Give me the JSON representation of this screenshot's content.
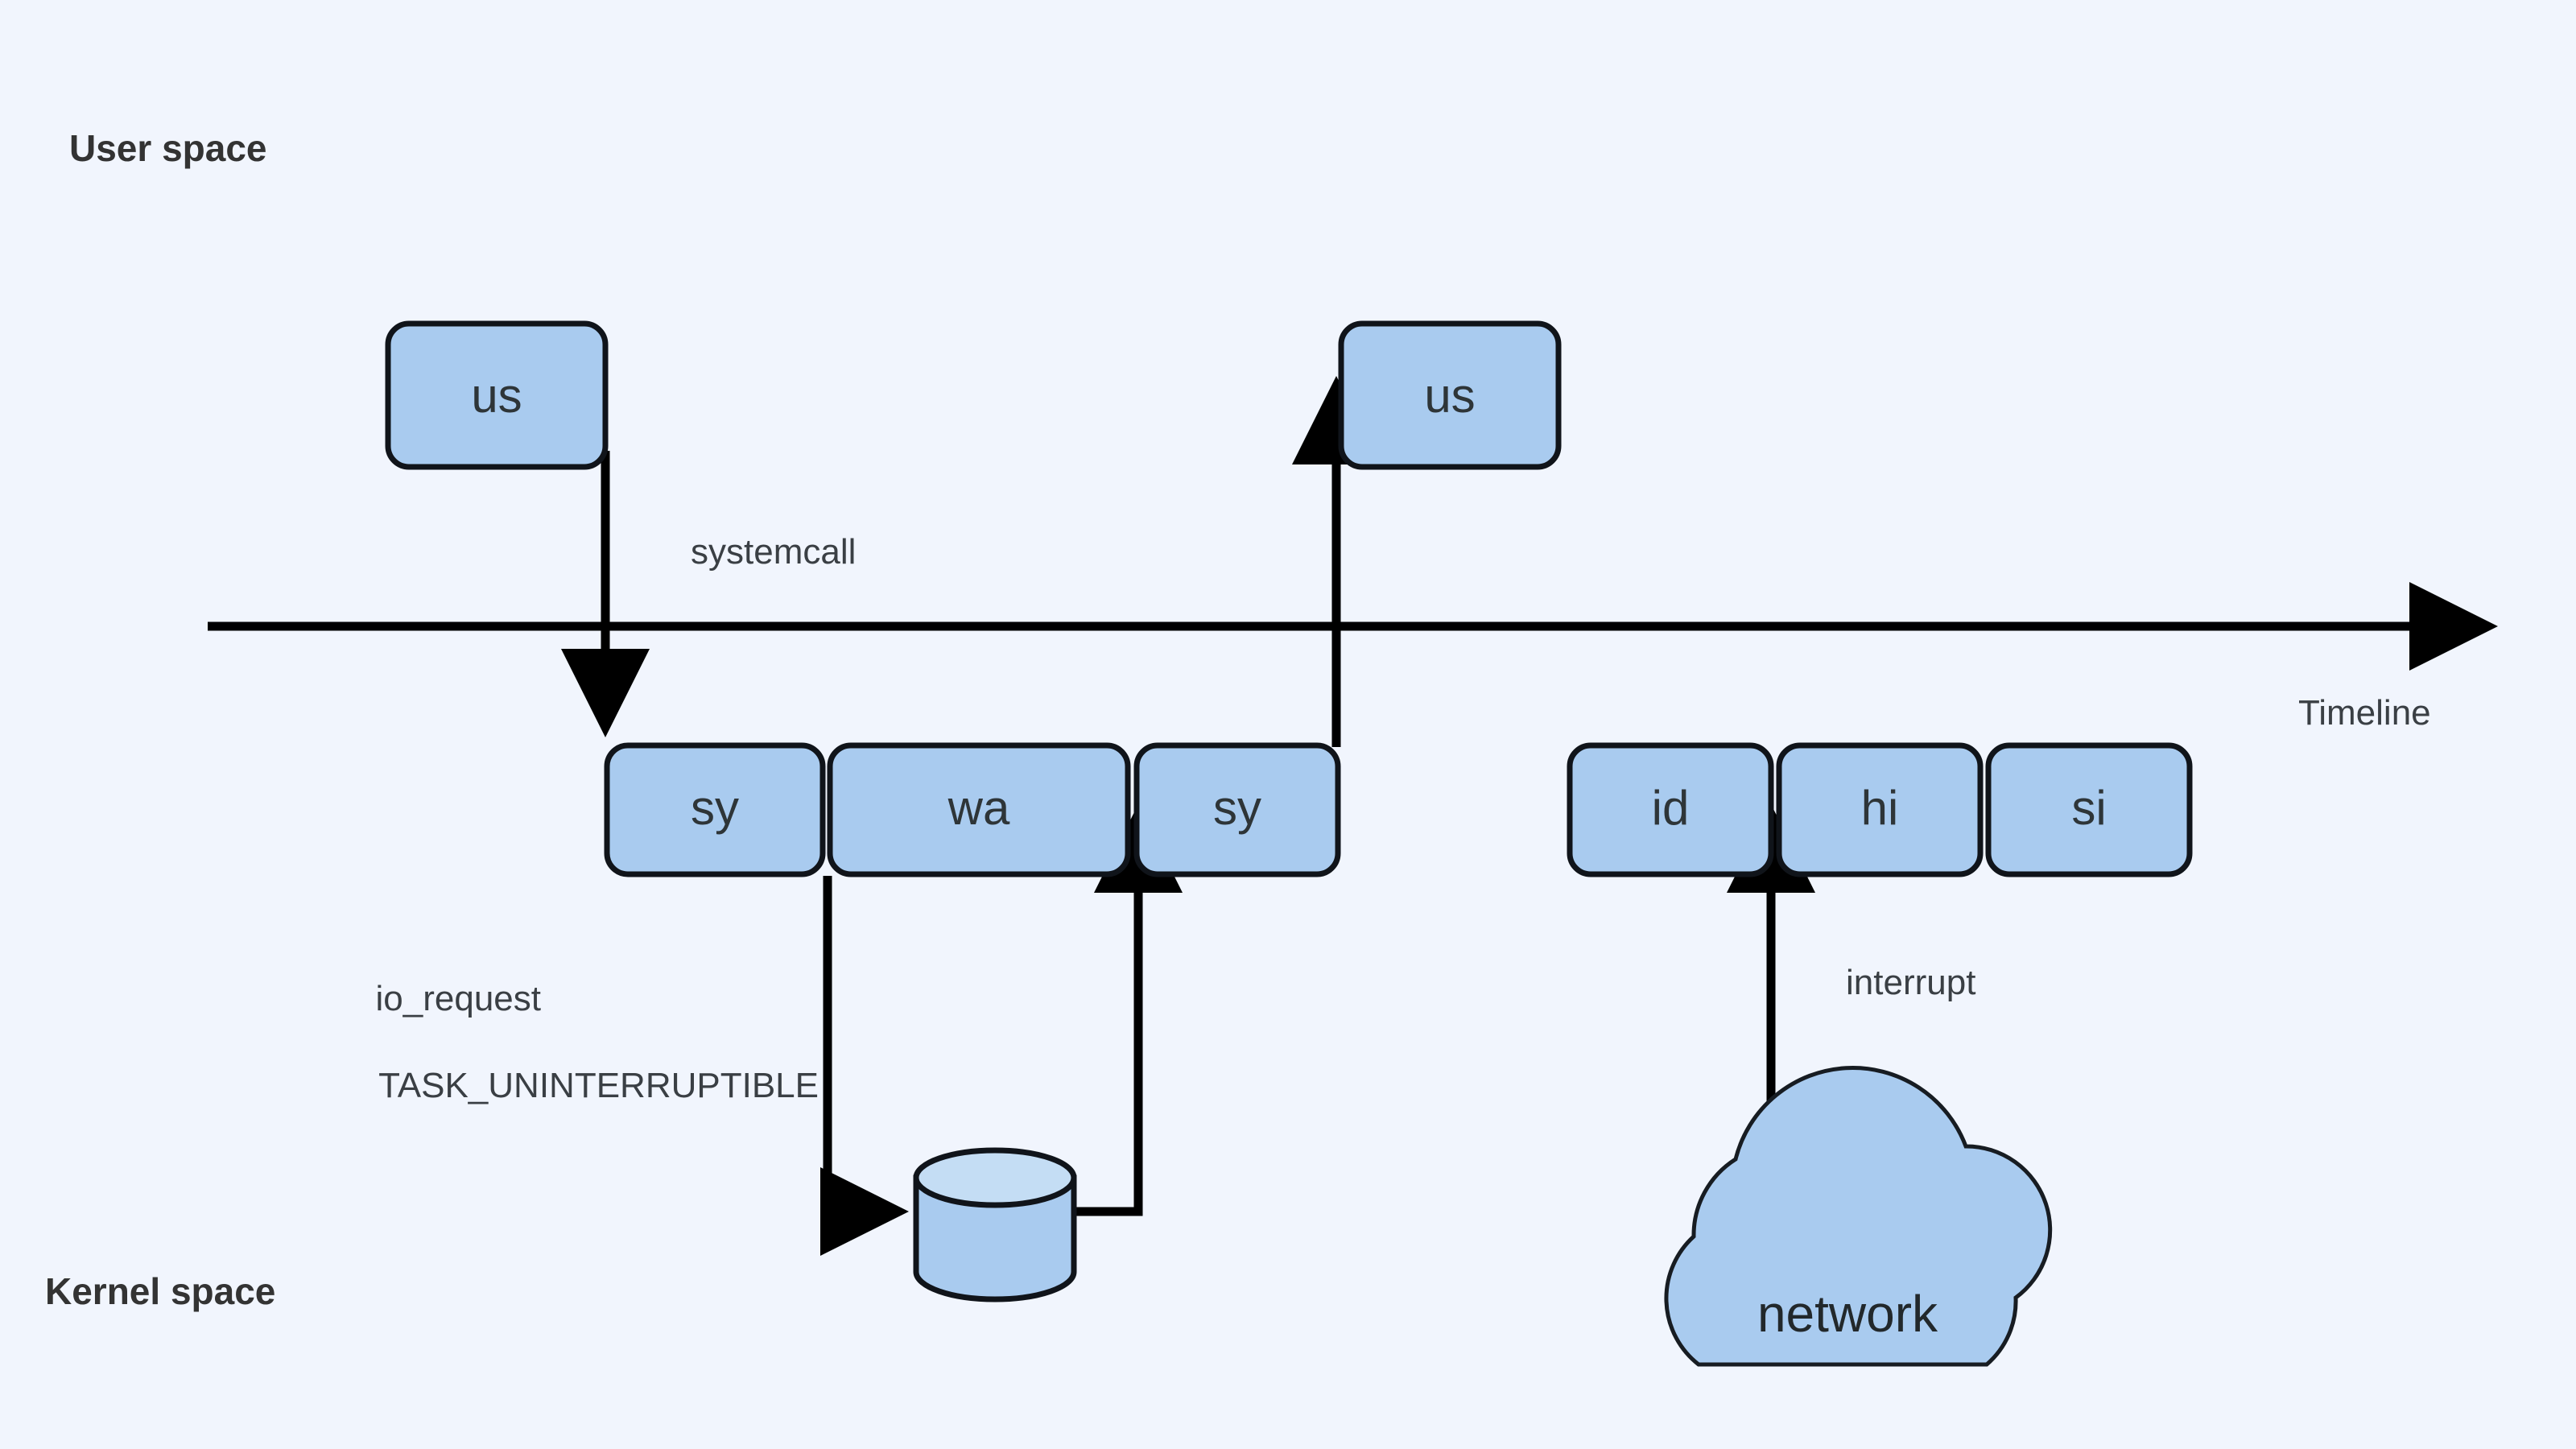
{
  "diagram": {
    "title_not_shown": "",
    "background_color": "#f1f5fd",
    "node_fill_color": "#a9cbef",
    "node_stroke_color": "#10141a",
    "text_color": "#3a3f44"
  },
  "zones": {
    "user_space_label": "User space",
    "kernel_space_label": "Kernel space"
  },
  "timeline": {
    "axis_label": "Timeline"
  },
  "user_nodes": [
    {
      "label": "us",
      "name": "us-box-left"
    },
    {
      "label": "us",
      "name": "us-box-right"
    }
  ],
  "kernel_nodes_left": [
    {
      "label": "sy"
    },
    {
      "label": "wa"
    },
    {
      "label": "sy"
    }
  ],
  "kernel_nodes_right": [
    {
      "label": "id"
    },
    {
      "label": "hi"
    },
    {
      "label": "si"
    }
  ],
  "edge_labels": {
    "systemcall": "systemcall",
    "io_request": "io_request",
    "task_state": "TASK_UNINTERRUPTIBLE",
    "interrupt": "interrupt"
  },
  "external_nodes": {
    "disk": "",
    "network": "network"
  },
  "icons": {
    "disk": "database-cylinder-icon",
    "network": "cloud-icon",
    "arrow": "arrow-head-icon"
  }
}
